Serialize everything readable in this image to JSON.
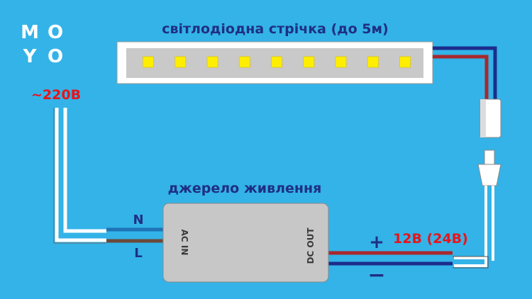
{
  "logo": {
    "letters": [
      "M",
      "O",
      "Y",
      "O"
    ]
  },
  "strip": {
    "title": "світлодіодна стрічка (до 5м)",
    "led_count": 9,
    "led_color": "#ffee00"
  },
  "mains": {
    "label": "~220В",
    "label_color": "#e8141a"
  },
  "power_supply": {
    "title": "джерело живлення",
    "input_label": "AC IN",
    "output_label": "DC OUT",
    "neutral_label": "N",
    "line_label": "L"
  },
  "output": {
    "voltage_label": "12В (24В)",
    "label_color": "#e8141a",
    "plus": "+",
    "minus": "−"
  },
  "colors": {
    "background": "#33b3e8",
    "red_wire": "#a8282c",
    "blue_wire": "#1c2d8c",
    "neutral_wire": "#1e73b6",
    "line_wire": "#6b4a3a",
    "cable": "#ffffff",
    "box": "#c7c7c7"
  }
}
